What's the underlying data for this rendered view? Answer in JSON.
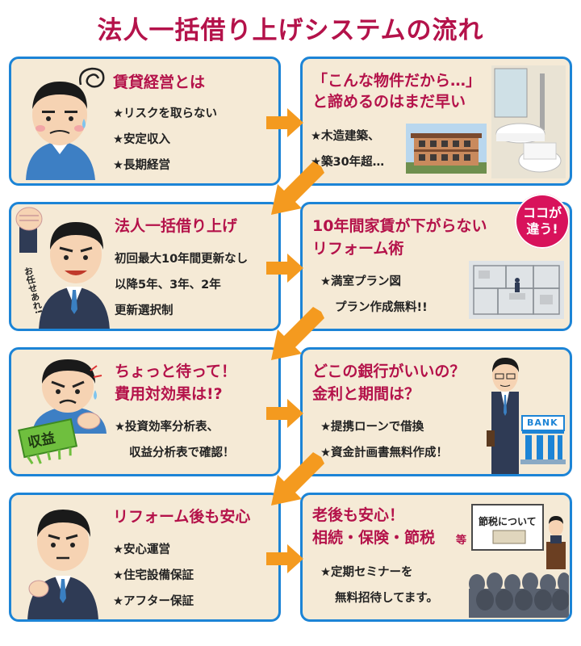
{
  "title": "法人一括借り上げシステムの流れ",
  "colors": {
    "title": "#b4124a",
    "panel_bg": "#f5ead6",
    "panel_border": "#1c84d6",
    "arrow": "#f49a1f",
    "badge": "#d8125b"
  },
  "steps": [
    {
      "title": "賃貸経営とは",
      "items": [
        "★リスクを取らない",
        "★安定収入",
        "★長期経営"
      ]
    },
    {
      "title_lines": [
        "「こんな物件だから…」",
        "と諦めるのはまだ早い"
      ],
      "items": [
        "★木造建築、",
        "★築30年超…"
      ]
    },
    {
      "title": "法人一括借り上げ",
      "items": [
        "初回最大10年間更新なし",
        "以降5年、3年、2年",
        "更新選択制"
      ],
      "speech": "お任せあれ!"
    },
    {
      "title_lines": [
        "10年間家賃が下がらない",
        "リフォーム術"
      ],
      "items": [
        "★満室プラン図",
        "プラン作成無料!!"
      ],
      "badge": [
        "ココが",
        "違う!"
      ]
    },
    {
      "title_lines": [
        "ちょっと待って！",
        "費用対効果は!?"
      ],
      "items": [
        "★投資効率分析表、",
        "収益分析表で確認！"
      ],
      "sign": "収益"
    },
    {
      "title_lines": [
        "どこの銀行がいいの？",
        "金利と期間は？"
      ],
      "items": [
        "★提携ローンで借換",
        "★資金計画書無料作成！"
      ],
      "bank_sign": "BANK"
    },
    {
      "title": "リフォーム後も安心",
      "items": [
        "★安心運営",
        "★住宅設備保証",
        "★アフター保証"
      ]
    },
    {
      "title_lines": [
        "老後も安心！",
        "相続・保険・節税"
      ],
      "title_suffix": "等",
      "items": [
        "★定期セミナーを",
        "無料招待してます。"
      ],
      "board_text": "節税について"
    }
  ]
}
